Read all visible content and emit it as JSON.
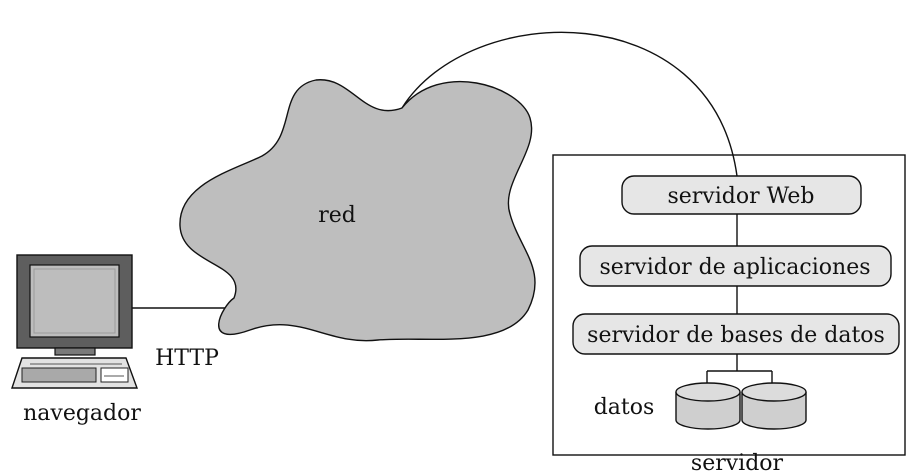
{
  "cloud": {
    "label": "red"
  },
  "client": {
    "label": "navegador",
    "protocol_label": "HTTP"
  },
  "server": {
    "label": "servidor",
    "layers": [
      {
        "label": "servidor Web"
      },
      {
        "label": "servidor de aplicaciones"
      },
      {
        "label": "servidor de bases de datos"
      }
    ],
    "storage_label": "datos"
  },
  "colors": {
    "line": "#111111",
    "cloud_fill": "#bebebe",
    "box_fill": "#e6e6e6",
    "disk_fill": "#cfcfcf",
    "monitor_bezel": "#5e5e5e",
    "screen": "#bdbdbd"
  }
}
